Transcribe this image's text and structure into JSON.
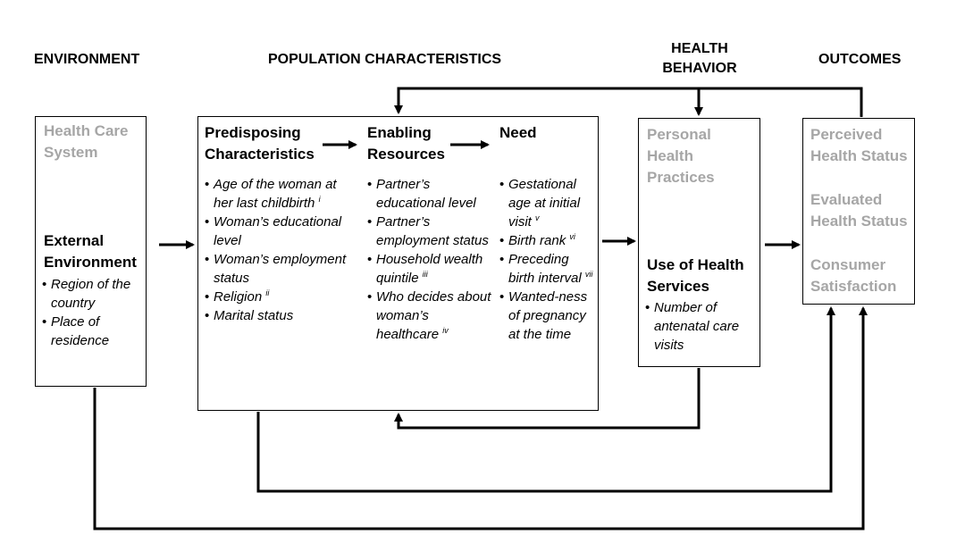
{
  "headers": {
    "environment": "ENVIRONMENT",
    "population": "POPULATION CHARACTERISTICS",
    "health_behavior_1": "HEALTH",
    "health_behavior_2": "BEHAVIOR",
    "outcomes": "OUTCOMES"
  },
  "environment_box": {
    "health_care_1": "Health Care",
    "health_care_2": "System",
    "external_1": "External",
    "external_2": "Environment",
    "items": [
      "Region of the country",
      "Place of residence"
    ]
  },
  "population_box": {
    "predisposing_1": "Predisposing",
    "predisposing_2": "Characteristics",
    "enabling_1": "Enabling",
    "enabling_2": "Resources",
    "need": "Need",
    "predisposing_items": [
      {
        "text": "Age of the woman at her last childbirth",
        "sup": "i"
      },
      {
        "text": "Woman’s educational level",
        "sup": ""
      },
      {
        "text": "Woman’s employment status",
        "sup": ""
      },
      {
        "text": "Religion",
        "sup": "ii"
      },
      {
        "text": "Marital status",
        "sup": ""
      }
    ],
    "enabling_items": [
      {
        "text": "Partner’s educational level",
        "sup": ""
      },
      {
        "text": "Partner’s employment status",
        "sup": ""
      },
      {
        "text": "Household wealth quintile",
        "sup": "iii"
      },
      {
        "text": "Who decides about woman’s healthcare",
        "sup": "iv"
      }
    ],
    "need_items": [
      {
        "text": "Gestational age at initial visit",
        "sup": "v"
      },
      {
        "text": "Birth rank",
        "sup": "vi"
      },
      {
        "text": "Preceding birth interval",
        "sup": "vii"
      },
      {
        "text": "Wanted-ness of pregnancy at the time",
        "sup": ""
      }
    ]
  },
  "behavior_box": {
    "personal_1": "Personal",
    "personal_2": "Health",
    "personal_3": "Practices",
    "use_1": "Use of Health",
    "use_2": "Services",
    "items": [
      "Number of antenatal care visits"
    ]
  },
  "outcomes_box": {
    "perceived_1": "Perceived",
    "perceived_2": "Health Status",
    "evaluated_1": "Evaluated",
    "evaluated_2": "Health Status",
    "consumer_1": "Consumer",
    "consumer_2": "Satisfaction"
  },
  "colors": {
    "gray_text": "#a6a6a6",
    "line": "#000000"
  }
}
